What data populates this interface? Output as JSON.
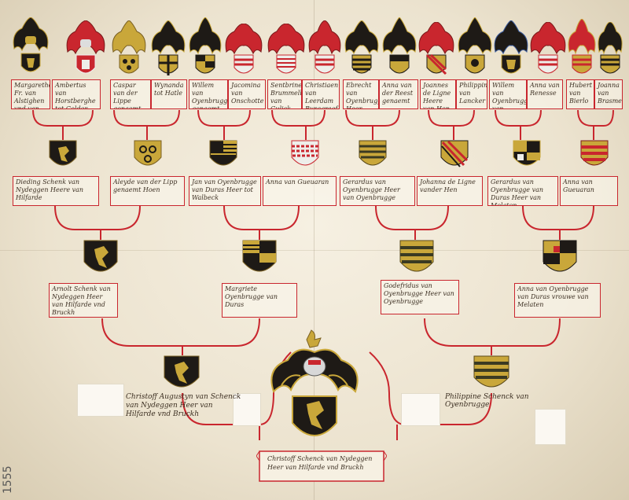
{
  "document": {
    "side_number": "1555",
    "colors": {
      "red_line": "#c9262e",
      "gold": "#c9a73a",
      "black": "#1e1a16",
      "silver": "#eeeeea"
    },
    "row1_boxes": [
      "Margarethe Fr. van Alstighen vnd van Brohn",
      "Ambertus van Horstberghe tot Gelder",
      "Caspar van der Lippe genaemt Hoen",
      "Wynanda tot Hatle",
      "Willem van Oyenbrugge genaemt",
      "Jacomina van Onschotte",
      "Sentbrine Brummell van Gulick",
      "Christiaen van Leerdam Burggraef",
      "Ebrecht van Oyenbrugge Heer",
      "Anna van der Reest genaemt",
      "Joannes de Ligne Heere van Hen",
      "Philippine van Lancker",
      "Willem van Oyenbrugge van Dieren",
      "Anna van Renesse",
      "Hubert van Bierlo",
      "Joanna van Brasmer"
    ],
    "row2_boxes": [
      "Dieding Schenk van Nydeggen Heere van Hilfarde",
      "Aleyde van der Lipp genaemt Hoen",
      "Jan van Oyenbrugge van Duras Heer tot Walbeck",
      "Anna van Gueuaran",
      "Gerardus van Oyenbrugge Heer van Oyenbrugge",
      "Johanna de Ligne vander Hen",
      "Gerardus van Oyenbrugge van Duras Heer van Melaten",
      "Anna van Gueuaran"
    ],
    "row3_boxes": [
      "Arnolt Schenk van Nydeggen Heer van Hilfarde vnd Bruckh",
      "Margriete Oyenbrugge van Duras",
      "Godefridus van Oyenbrugge Heer van Oyenbrugge",
      "Anna van Oyenbrugge van Duras vrouwe van Melaten"
    ],
    "row4_texts": [
      "Christoff Augustyn van Schenck van Nydeggen Heer van Hilfarde vnd Bruckh",
      "Philippine Schenck van Oyenbrugge"
    ],
    "banner_text": "Christoff Schenck van Nydeggen Heer van Hilfarde vnd Bruckh"
  }
}
